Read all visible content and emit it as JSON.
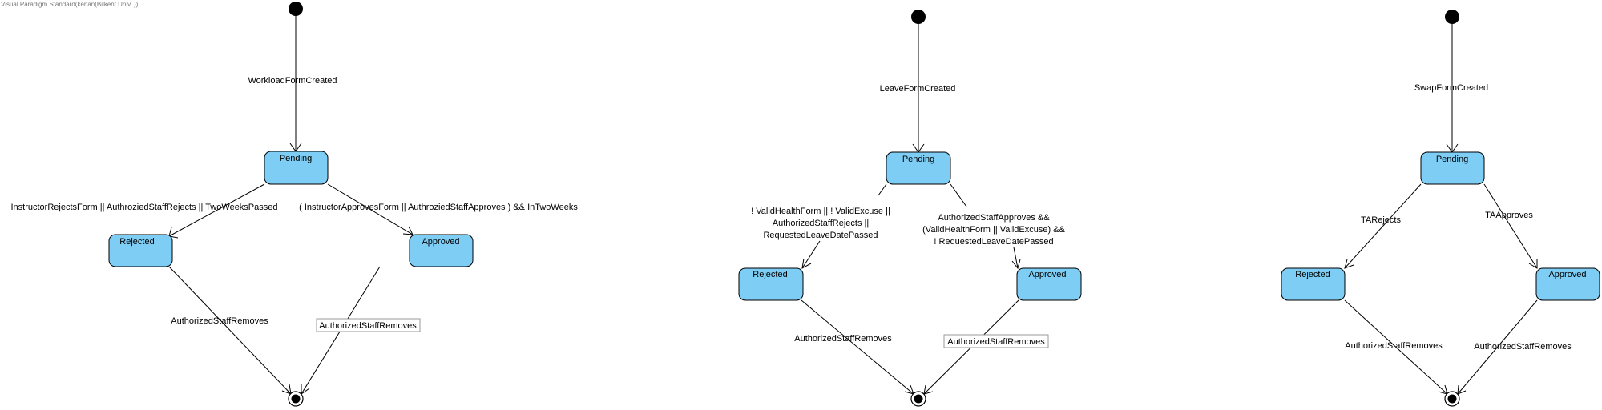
{
  "app": {
    "watermark": "Visual Paradigm Standard(kenan(Bilkent Univ. ))"
  },
  "diagrams": [
    {
      "states": {
        "pending": "Pending",
        "rejected": "Rejected",
        "approved": "Approved"
      },
      "transitions": {
        "created": "WorkloadFormCreated",
        "to_rejected": [
          "InstructorRejectsForm || AuthroziedStaffRejects || TwoWeeksPassed"
        ],
        "to_approved": [
          "( InstructorApprovesForm || AuthroziedStaffApproves ) && InTwoWeeks"
        ],
        "rejected_remove": "AuthorizedStaffRemoves",
        "approved_remove": "AuthorizedStaffRemoves"
      }
    },
    {
      "states": {
        "pending": "Pending",
        "rejected": "Rejected",
        "approved": "Approved"
      },
      "transitions": {
        "created": "LeaveFormCreated",
        "to_rejected": [
          "! ValidHealthForm || ! ValidExcuse ||",
          "AuthorizedStaffRejects ||",
          "RequestedLeaveDatePassed"
        ],
        "to_approved": [
          "AuthorizedStaffApproves &&",
          "(ValidHealthForm || ValidExcuse) &&",
          "! RequestedLeaveDatePassed"
        ],
        "rejected_remove": "AuthorizedStaffRemoves",
        "approved_remove": "AuthorizedStaffRemoves"
      }
    },
    {
      "states": {
        "pending": "Pending",
        "rejected": "Rejected",
        "approved": "Approved"
      },
      "transitions": {
        "created": "SwapFormCreated",
        "to_rejected": [
          "TARejects"
        ],
        "to_approved": [
          "TAApproves"
        ],
        "rejected_remove": "AuthorizedStaffRemoves",
        "approved_remove": "AuthorizedStaffRemoves"
      }
    }
  ]
}
